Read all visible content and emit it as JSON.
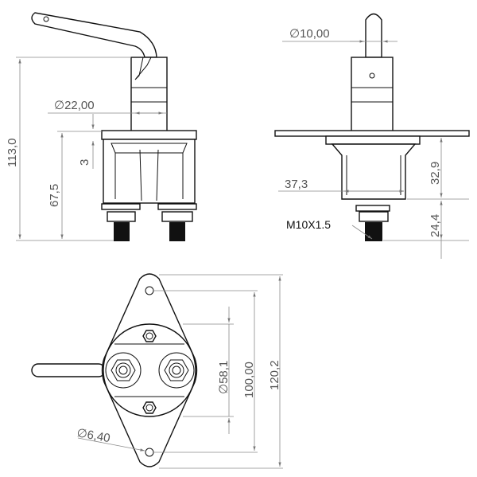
{
  "drawing": {
    "front_view": {
      "overall_height": "113,0",
      "terminal_height": "67,5",
      "flange_thickness": "3",
      "shaft_diameter": "∅22,00"
    },
    "side_view": {
      "handle_diameter": "∅10,00",
      "body_width": "37,3",
      "body_depth": "32,9",
      "stud_length": "24,4",
      "thread_spec": "M10X1.5"
    },
    "bottom_view": {
      "body_diameter": "∅58,1",
      "hole_spacing": "100,00",
      "plate_length": "120,2",
      "hole_diameter": "∅6,40"
    }
  }
}
